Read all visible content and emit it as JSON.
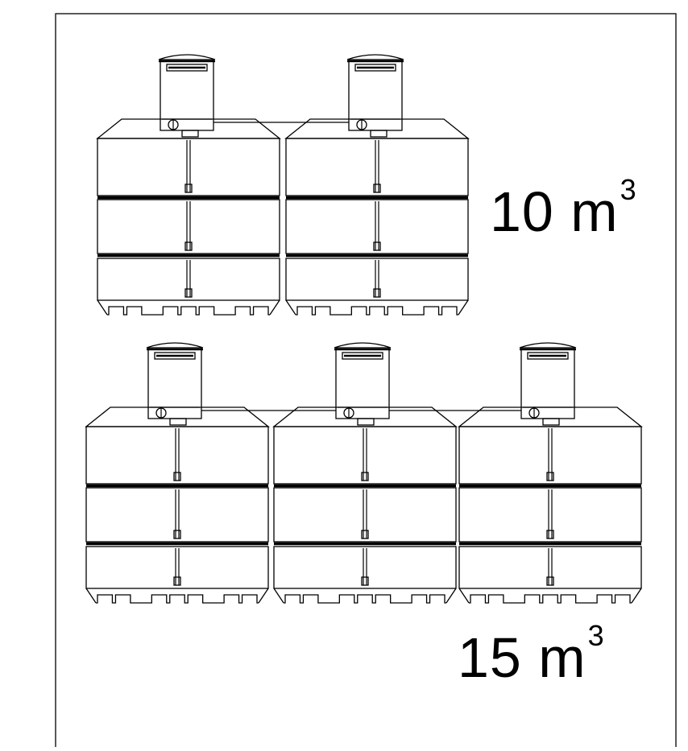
{
  "labels": {
    "small": {
      "number": "10 m",
      "exponent": "3"
    },
    "large": {
      "number": "15 m",
      "exponent": "3"
    }
  },
  "rows": [
    {
      "group": "small",
      "tank_count": 2
    },
    {
      "group": "large",
      "tank_count": 3
    }
  ],
  "colors": {
    "line": "#000000",
    "background": "#ffffff"
  }
}
